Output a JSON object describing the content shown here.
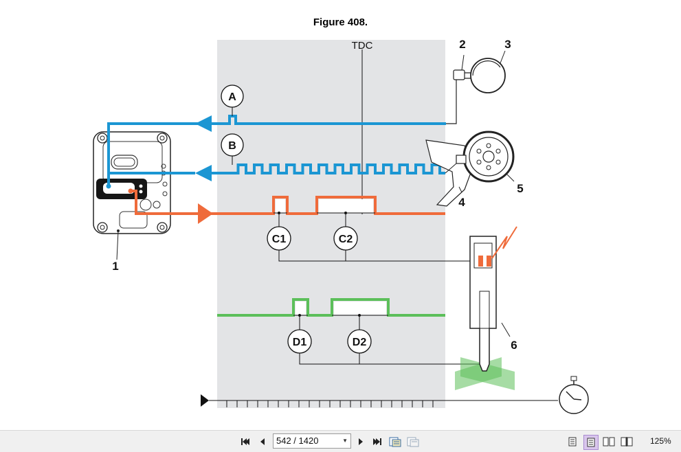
{
  "figure": {
    "title": "Figure 408.",
    "tdc_label": "TDC",
    "bubbles": {
      "a": "A",
      "b": "B",
      "c1": "C1",
      "c2": "C2",
      "d1": "D1",
      "d2": "D2"
    },
    "callouts": {
      "n1": "1",
      "n2": "2",
      "n3": "3",
      "n4": "4",
      "n5": "5",
      "n6": "6"
    },
    "colors": {
      "signal_blue": "#1b96d3",
      "injection_orange": "#ef6b3b",
      "injection_green": "#5cbf5a",
      "timing_window": "#e3e4e6"
    }
  },
  "toolbar": {
    "first_page_icon": "first-page-icon",
    "prev_page_icon": "previous-page-icon",
    "page_value": "542 / 1420",
    "next_page_icon": "next-page-icon",
    "last_page_icon": "last-page-icon",
    "view_icons": [
      "single-page-icon",
      "continuous-page-icon",
      "two-page-icon",
      "two-page-continuous-icon"
    ],
    "zoom": "125%"
  }
}
